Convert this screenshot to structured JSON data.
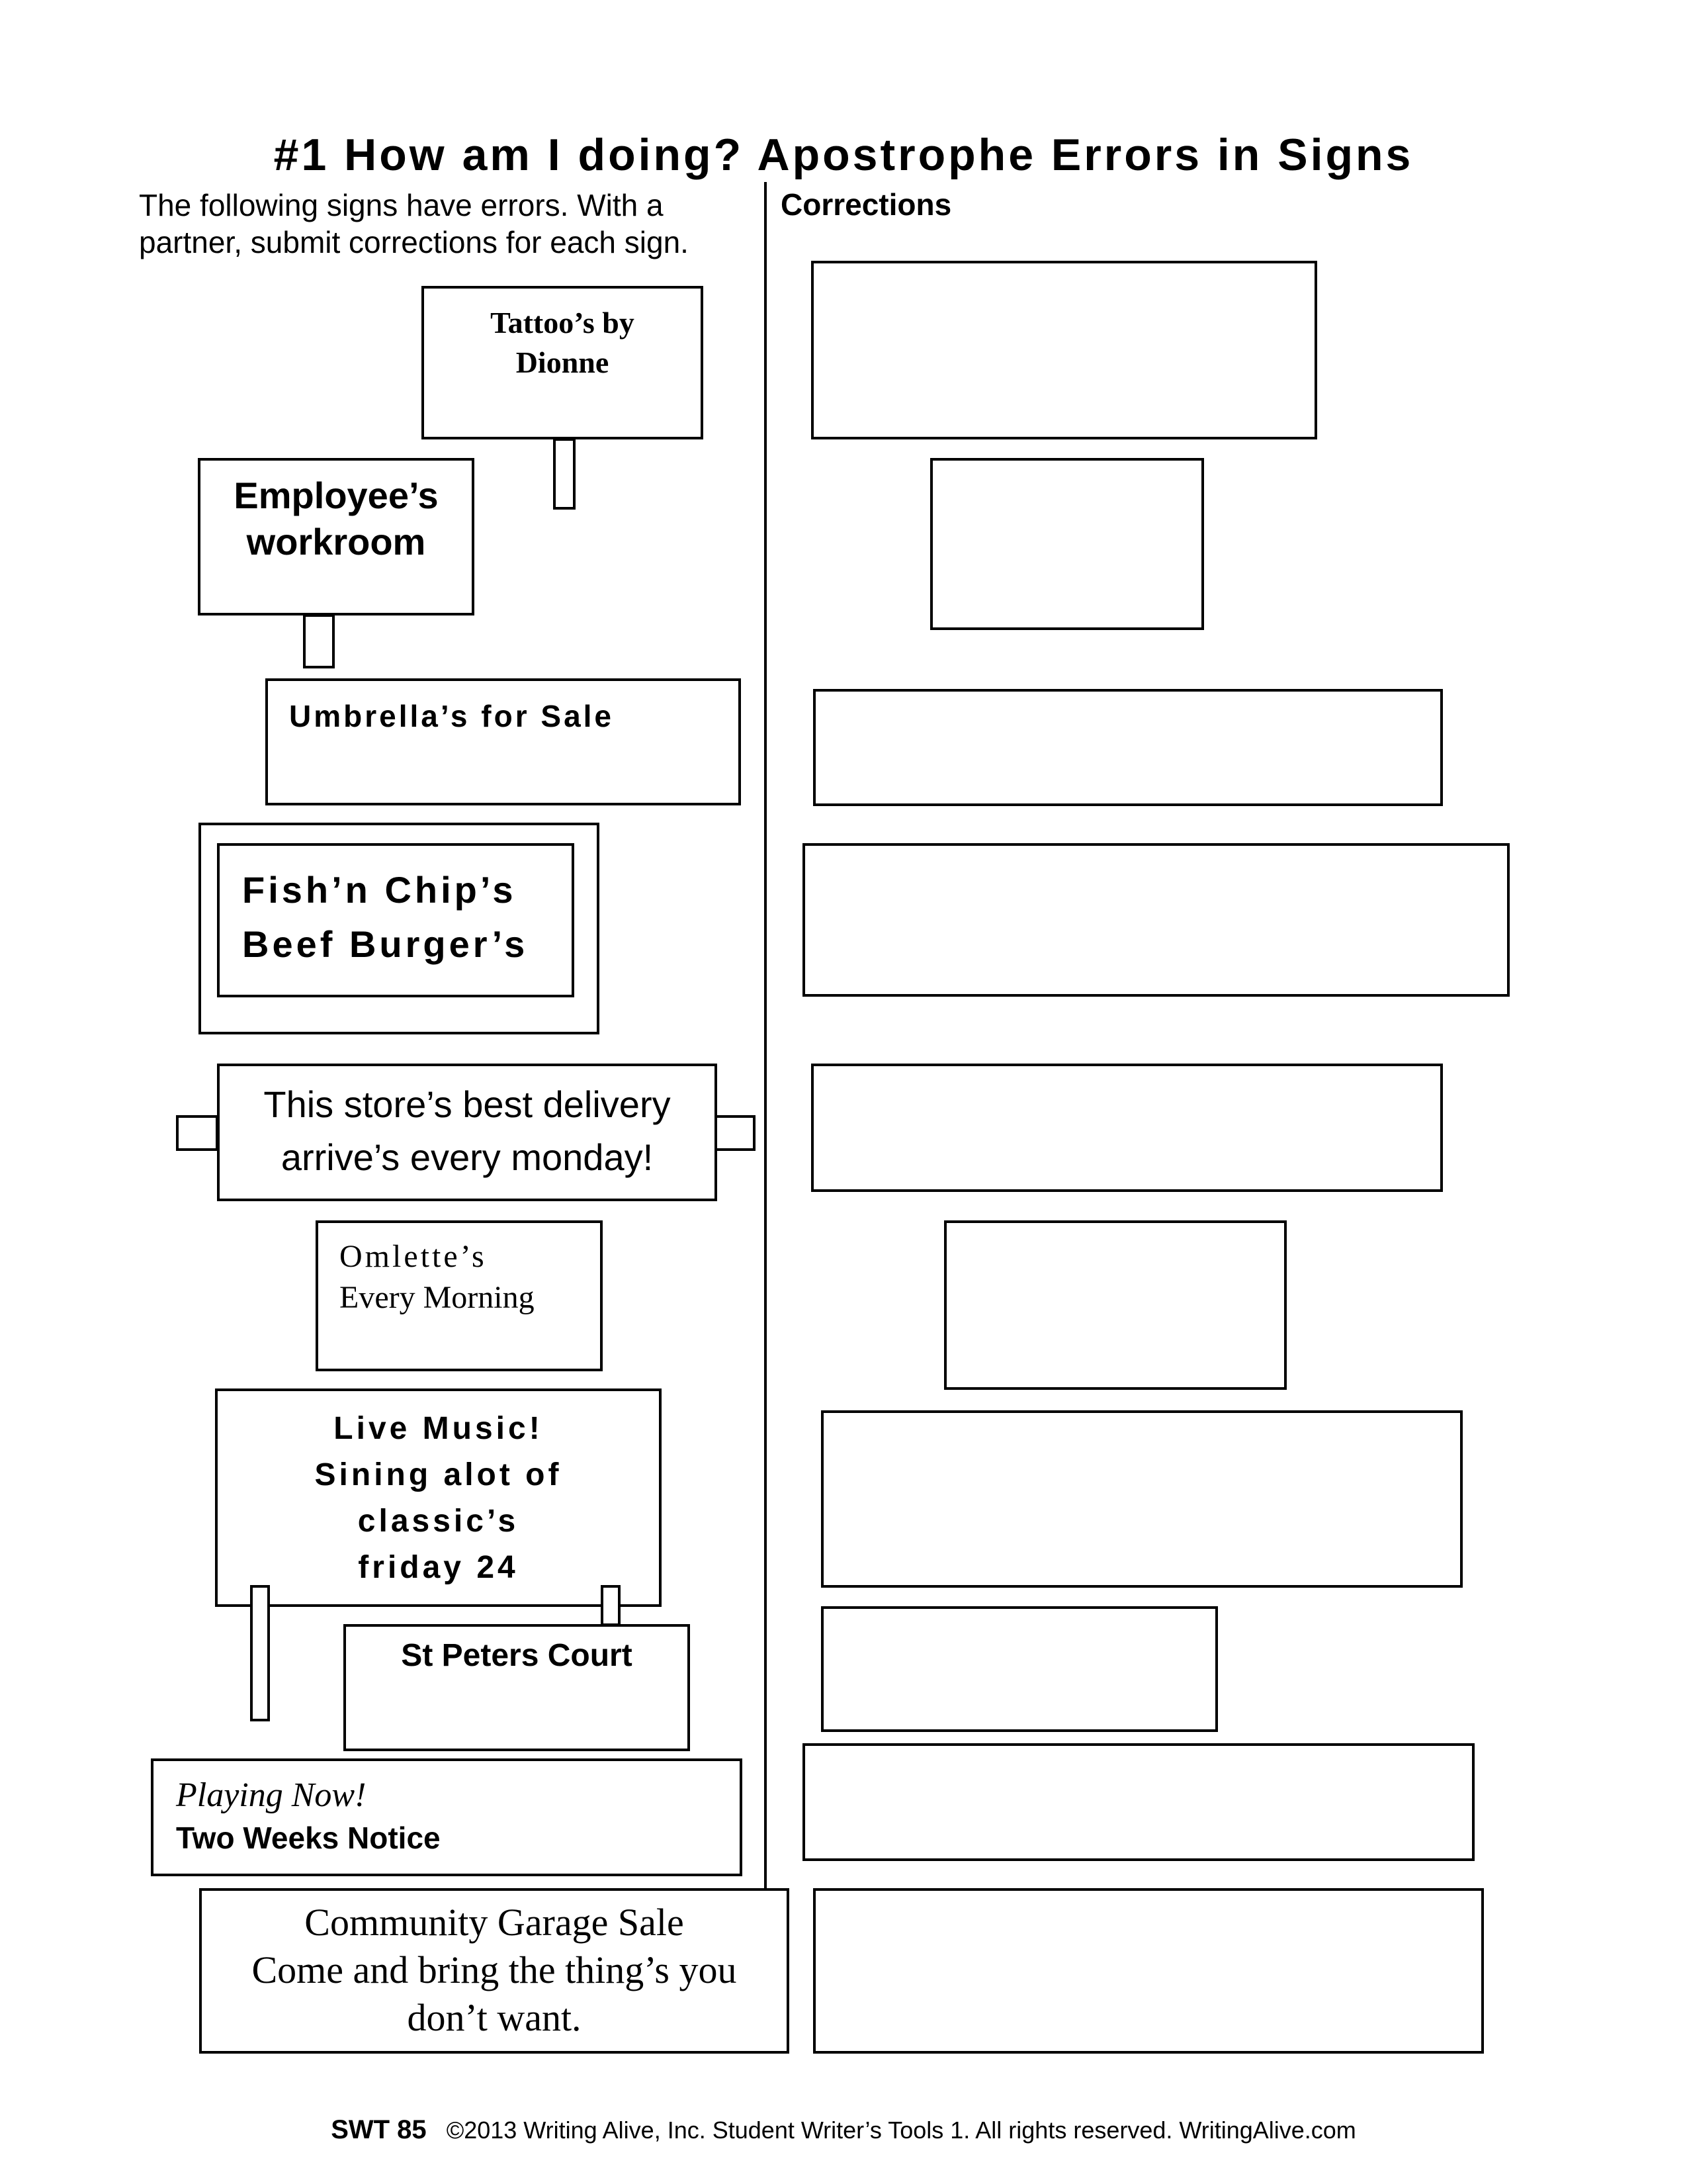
{
  "title": "#1 How am I doing?  Apostrophe Errors in Signs",
  "intro": {
    "line1": "The following signs have errors. With a",
    "line2": "partner, submit corrections for each sign."
  },
  "corrections_heading": "Corrections",
  "signs": {
    "tattoo": {
      "line1": "Tattoo’s by",
      "line2": "Dionne"
    },
    "employee": {
      "line1": "Employee’s",
      "line2": "workroom"
    },
    "umbrella": {
      "line1": "Umbrella’s for Sale"
    },
    "fish": {
      "line1": "Fish’n Chip’s",
      "line2": "Beef Burger’s"
    },
    "store": {
      "line1": "This store’s best delivery",
      "line2": "arrive’s every monday!"
    },
    "omlette": {
      "line1": "Omlette’s",
      "line2": "Every Morning"
    },
    "music": {
      "line1": "Live Music!",
      "line2": "Sining alot of",
      "line3": "classic’s",
      "line4": "friday 24"
    },
    "peters": {
      "line1": "St Peters Court"
    },
    "playing": {
      "line1": "Playing Now!",
      "line2": "Two Weeks Notice"
    },
    "garage": {
      "line1": "Community Garage Sale",
      "line2": "Come and bring the thing’s you",
      "line3": "don’t want."
    }
  },
  "footer": {
    "code": "SWT 85",
    "copyright": "©2013 Writing Alive, Inc. Student Writer’s Tools 1. All rights reserved. WritingAlive.com"
  }
}
